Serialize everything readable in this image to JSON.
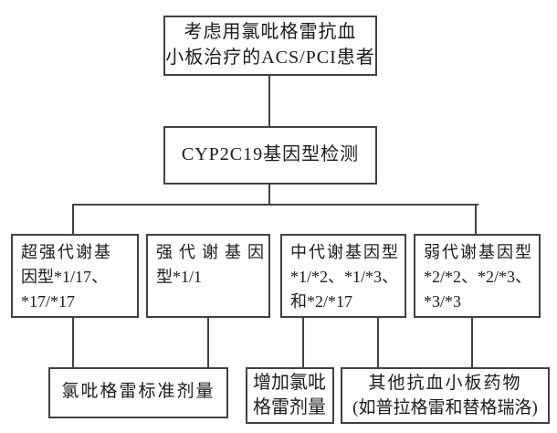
{
  "diagram": {
    "title_box": {
      "lines": [
        "考虑用氯吡格雷抗血",
        "小板治疗的ACS/PCI患者"
      ]
    },
    "test_box": {
      "label": "CYP2C19基因型检测"
    },
    "genotype_boxes": [
      {
        "key": "ultra-metabolizer",
        "lines": [
          "超强代谢基",
          "因型*1/17、",
          "*17/*17"
        ]
      },
      {
        "key": "extensive-metabolizer",
        "lines": [
          "强代谢基因",
          "型*1/1"
        ]
      },
      {
        "key": "intermediate-metabolizer",
        "lines": [
          "中代谢基因型",
          "*1/*2、*1/*3、",
          "和*2/*17"
        ]
      },
      {
        "key": "poor-metabolizer",
        "lines": [
          "弱代谢基因型",
          "*2/*2、*2/*3、",
          "*3/*3"
        ]
      }
    ],
    "outcome_boxes": [
      {
        "key": "standard-dose",
        "lines": [
          "氯吡格雷标准剂量"
        ]
      },
      {
        "key": "increase-dose",
        "lines": [
          "增加氯吡",
          "格雷剂量"
        ]
      },
      {
        "key": "alternative-drug",
        "lines": [
          "其他抗血小板药物",
          "(如普拉格雷和替格瑞洛)"
        ]
      }
    ],
    "colors": {
      "line": "#414141",
      "text": "#1b1b1b",
      "background": "#ffffff"
    }
  }
}
